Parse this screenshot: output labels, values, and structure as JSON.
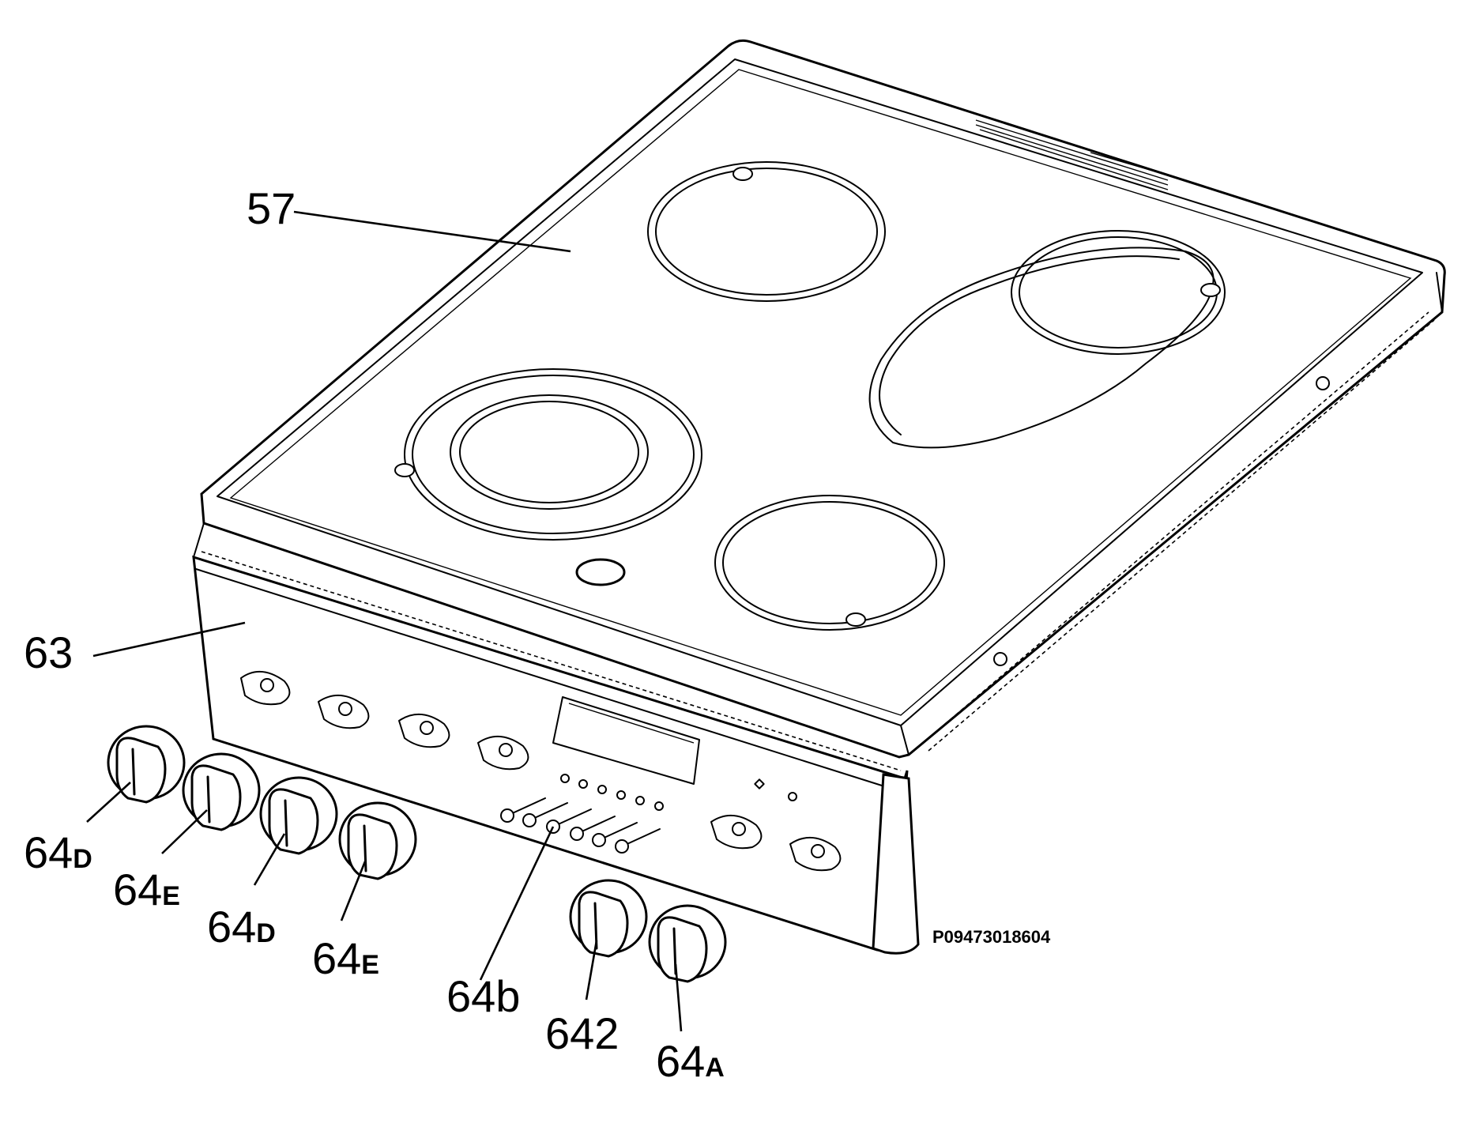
{
  "diagram_code": "P09473018604",
  "callouts": [
    {
      "id": "57",
      "main": "57",
      "sub": ""
    },
    {
      "id": "63",
      "main": "63",
      "sub": ""
    },
    {
      "id": "64D-1",
      "main": "64",
      "sub": "D"
    },
    {
      "id": "64E-1",
      "main": "64",
      "sub": "E"
    },
    {
      "id": "64D-2",
      "main": "64",
      "sub": "D"
    },
    {
      "id": "64E-2",
      "main": "64",
      "sub": "E"
    },
    {
      "id": "64b",
      "main": "64b",
      "sub": ""
    },
    {
      "id": "642",
      "main": "642",
      "sub": ""
    },
    {
      "id": "64A",
      "main": "64",
      "sub": "A"
    }
  ]
}
